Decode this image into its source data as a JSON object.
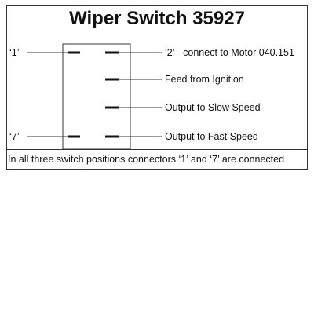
{
  "title": "Wiper Switch 35927",
  "connectors": {
    "c1": "‘1’",
    "c7": "‘7’",
    "c2": "‘2’ - connect to Motor 040.151",
    "feed": "Feed from Ignition",
    "slow": "Output to Slow Speed",
    "fast": "Output to Fast Speed"
  },
  "footer": "In all three switch positions connectors ‘1’ and ‘7’ are connected"
}
